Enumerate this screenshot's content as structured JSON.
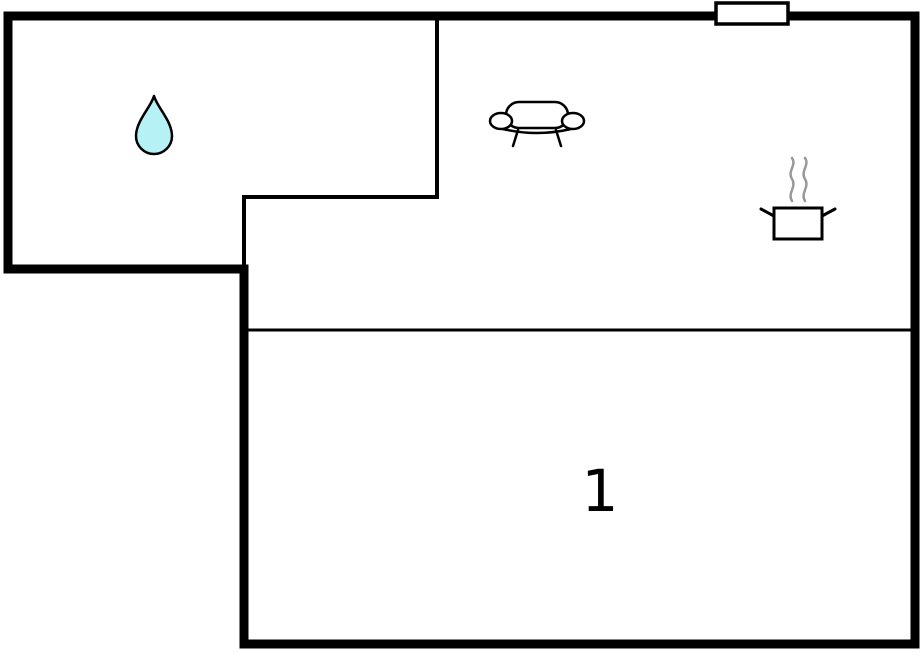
{
  "floorplan": {
    "colors": {
      "background": "#ffffff",
      "wall": "#000000",
      "icon_stroke": "#000000",
      "droplet_fill": "#b5f1f5",
      "steam": "#999999",
      "window_fill": "#ffffff"
    },
    "rooms": [
      {
        "id": "droplet-room",
        "icon": "water-droplet-icon",
        "label": ""
      },
      {
        "id": "sofa-area",
        "icon": "sofa-icon",
        "label": ""
      },
      {
        "id": "cooking-area",
        "icon": "cooking-pot-icon",
        "label": ""
      },
      {
        "id": "bedroom",
        "icon": "",
        "label": "1"
      }
    ]
  }
}
